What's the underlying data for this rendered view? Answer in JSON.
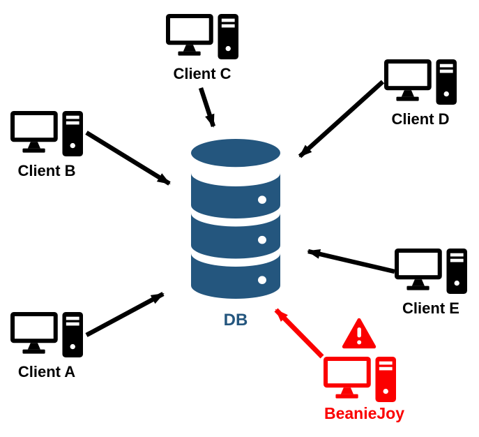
{
  "diagram": {
    "kind": "database-clients-architecture",
    "background": "#FFFFFF",
    "colors": {
      "client": "#000000",
      "arrow": "#000000",
      "db": "#24567E",
      "alert": "#FB0000"
    },
    "nodes": {
      "client_a": {
        "label": "Client A",
        "icon": "desktop-computer-icon",
        "color": "#000000"
      },
      "client_b": {
        "label": "Client B",
        "icon": "desktop-computer-icon",
        "color": "#000000"
      },
      "client_c": {
        "label": "Client C",
        "icon": "desktop-computer-icon",
        "color": "#000000"
      },
      "client_d": {
        "label": "Client D",
        "icon": "desktop-computer-icon",
        "color": "#000000"
      },
      "client_e": {
        "label": "Client E",
        "icon": "desktop-computer-icon",
        "color": "#000000"
      },
      "db": {
        "label": "DB",
        "icon": "database-cylinder-icon",
        "color": "#24567E"
      },
      "beaniejoy": {
        "label": "BeanieJoy",
        "icon": "desktop-computer-icon",
        "badge": "warning-triangle-icon",
        "color": "#FB0000"
      }
    },
    "edges": [
      {
        "from": "client_a",
        "to": "db",
        "color": "#000000"
      },
      {
        "from": "client_b",
        "to": "db",
        "color": "#000000"
      },
      {
        "from": "client_c",
        "to": "db",
        "color": "#000000"
      },
      {
        "from": "client_d",
        "to": "db",
        "color": "#000000"
      },
      {
        "from": "client_e",
        "to": "db",
        "color": "#000000"
      },
      {
        "from": "beaniejoy",
        "to": "db",
        "color": "#FB0000"
      }
    ]
  }
}
